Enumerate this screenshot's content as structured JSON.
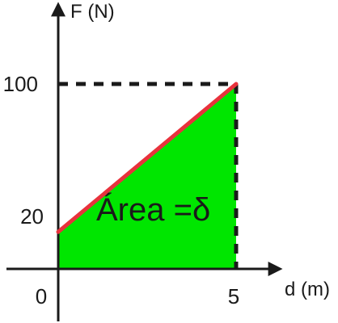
{
  "chart_data": {
    "type": "area",
    "x": [
      0,
      5
    ],
    "y": [
      20,
      100
    ],
    "xlabel": "d (m)",
    "ylabel": "F (N)",
    "x_ticks": [
      "0",
      "5"
    ],
    "y_ticks": [
      "20",
      "100"
    ],
    "annotation": "Área =δ",
    "grid": false,
    "legend": "none",
    "colors": {
      "fill": "#00e600",
      "line": "#e8323c",
      "axes": "#1a1a1a",
      "guides": "#1a1a1a"
    }
  }
}
